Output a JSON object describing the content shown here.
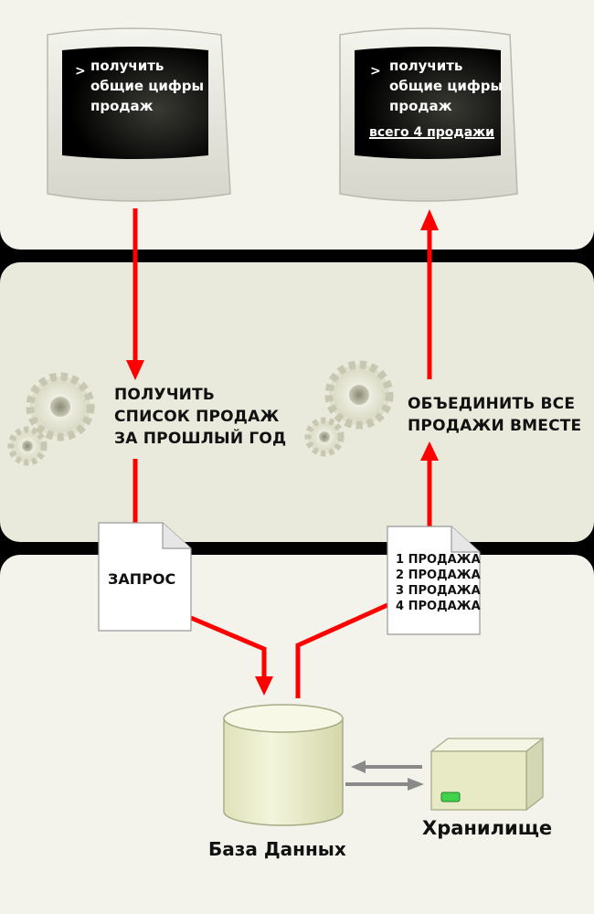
{
  "screens": {
    "left": {
      "prompt": ">",
      "lines": [
        "получить",
        "общие цифры",
        "продаж"
      ]
    },
    "right": {
      "prompt": ">",
      "lines": [
        "получить",
        "общие цифры",
        "продаж"
      ],
      "total": "всего 4 продажи"
    }
  },
  "processes": {
    "left": {
      "lines": [
        "ПОЛУЧИТЬ",
        "СПИСОК ПРОДАЖ",
        "ЗА ПРОШЛЫЙ ГОД"
      ]
    },
    "right": {
      "lines": [
        "ОБЪЕДИНИТЬ ВСЕ",
        "ПРОДАЖИ ВМЕСТЕ"
      ]
    }
  },
  "documents": {
    "query": {
      "label": "ЗАПРОС"
    },
    "result": {
      "lines": [
        "1 ПРОДАЖА",
        "2 ПРОДАЖА",
        "3 ПРОДАЖА",
        "4 ПРОДАЖА"
      ]
    }
  },
  "database": {
    "label": "База Данных"
  },
  "storage": {
    "label": "Хранилище",
    "led_color": "#3fd24a"
  },
  "colors": {
    "arrow": "#ff0000",
    "sync_arrow": "#8a8a8a",
    "screen": "#000000",
    "cylinder": "#eef0cf"
  }
}
